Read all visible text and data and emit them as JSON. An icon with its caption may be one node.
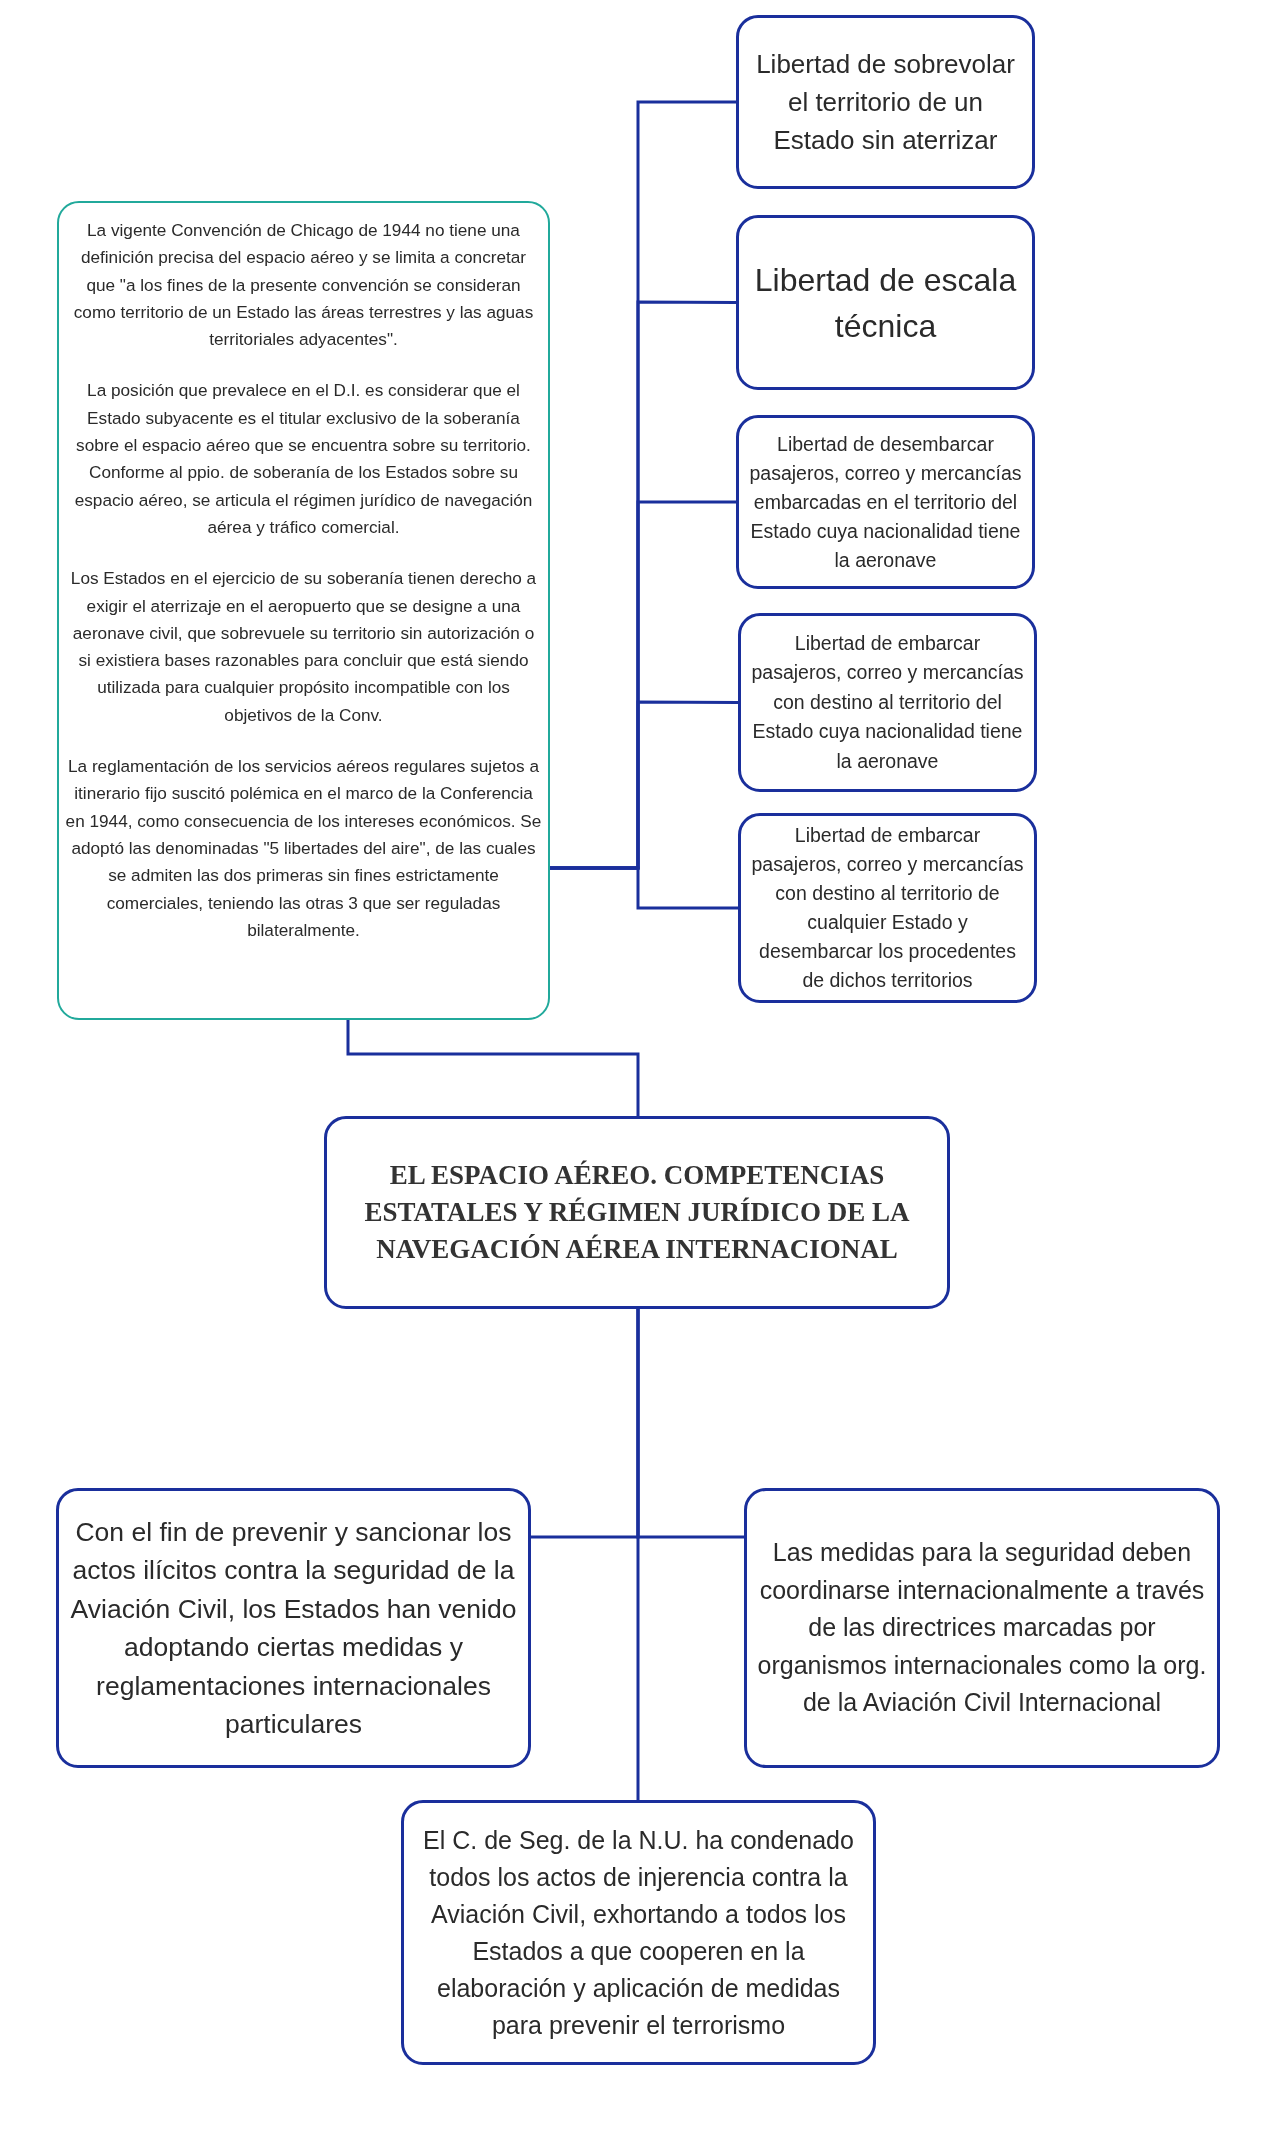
{
  "diagram": {
    "nodes": [
      {
        "text": [
          "La vigente Convención de Chicago de 1944 no tiene una definición precisa del espacio aéreo y se limita a concretar que \"a los fines de la presente convención se consideran como territorio de un Estado las áreas terrestres y las aguas territoriales adyacentes\".",
          "La posición que prevalece en el D.I. es considerar que el Estado subyacente es el titular exclusivo de la soberanía sobre el espacio aéreo que se encuentra sobre su territorio. Conforme al ppio. de soberanía de los Estados sobre su espacio aéreo, se articula el régimen jurídico de navegación aérea y tráfico comercial.",
          "Los Estados en el ejercicio de su soberanía tienen derecho a exigir el aterrizaje en el aeropuerto que se designe a una aeronave civil, que sobrevuele su territorio sin autorización o si existiera bases razonables para concluir que está siendo utilizada para cualquier propósito incompatible con los objetivos de la Conv.",
          "La reglamentación de los servicios aéreos regulares sujetos a itinerario fijo suscitó polémica en el marco de la Conferencia en 1944, como consecuencia de los intereses económicos. Se adoptó las denominadas \"5 libertades del aire\", de las cuales se admiten las dos primeras sin fines estrictamente comerciales, teniendo las otras 3 que ser reguladas bilateralmente."
        ]
      },
      {
        "text": [
          "Libertad de sobrevolar el territorio de un Estado sin aterrizar"
        ]
      },
      {
        "text": [
          "Libertad de escala técnica"
        ]
      },
      {
        "text": [
          "Libertad de desembarcar pasajeros, correo y mercancías embarcadas en el territorio del Estado cuya nacionalidad tiene la aeronave"
        ]
      },
      {
        "text": [
          "Libertad de embarcar pasajeros, correo y mercancías con destino al territorio del Estado cuya nacionalidad tiene la aeronave"
        ]
      },
      {
        "text": [
          "Libertad de embarcar pasajeros, correo y mercancías con destino al territorio de cualquier Estado y desembarcar los procedentes de dichos territorios"
        ]
      },
      {
        "text": [
          "EL ESPACIO AÉREO. COMPETENCIAS ESTATALES Y RÉGIMEN JURÍDICO DE LA NAVEGACIÓN AÉREA INTERNACIONAL"
        ]
      },
      {
        "text": [
          "Con el fin de prevenir y sancionar los actos ilícitos contra la seguridad de la Aviación Civil, los Estados han venido adoptando ciertas medidas y reglamentaciones internacionales particulares"
        ]
      },
      {
        "text": [
          "Las medidas para la seguridad deben coordinarse internacionalmente a través de las directrices marcadas por organismos internacionales como la org. de la Aviación Civil Internacional"
        ]
      },
      {
        "text": [
          "El C. de Seg. de la N.U. ha condenado todos los actos de injerencia contra la Aviación Civil, exhortando a todos los Estados a que cooperen en la elaboración y aplicación de medidas para prevenir el terrorismo"
        ]
      }
    ],
    "edges": [
      {
        "from": 0,
        "to": 1,
        "arrow": "none"
      },
      {
        "from": 0,
        "to": 2,
        "arrow": "none"
      },
      {
        "from": 0,
        "to": 3,
        "arrow": "none"
      },
      {
        "from": 0,
        "to": 4,
        "arrow": "none"
      },
      {
        "from": 0,
        "to": 5,
        "arrow": "none"
      },
      {
        "from": 0,
        "to": 6,
        "arrow": "none"
      },
      {
        "from": 6,
        "to": 7,
        "arrow": "none"
      },
      {
        "from": 6,
        "to": 8,
        "arrow": "none"
      },
      {
        "from": 6,
        "to": 9,
        "arrow": "none"
      }
    ]
  }
}
